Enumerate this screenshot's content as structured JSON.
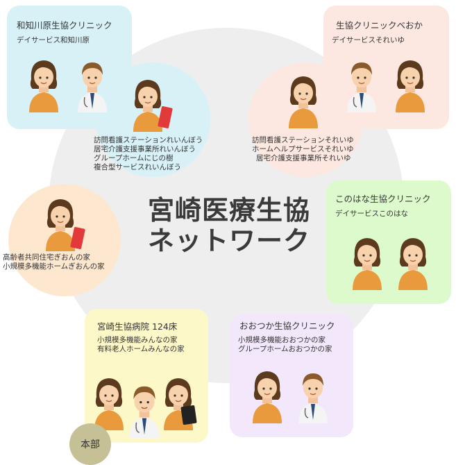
{
  "colors": {
    "network_circle": "#eeeeee",
    "cyan": "#d7f1f7",
    "peach": "#fde8e1",
    "cream": "#fde7cf",
    "green": "#dcfacb",
    "yellow": "#fdf8c8",
    "lavender": "#f2e7fb",
    "hq": "#c5c096"
  },
  "center": {
    "line1": "宮崎医療生協",
    "line2": "ネットワーク"
  },
  "wachikawara": {
    "title": "和知川原生協クリニック",
    "sub": "デイサービス和知川原",
    "services": [
      "訪問看護ステーションれいんぼう",
      "居宅介護支援事業所れいんぼう",
      "グループホームにじの樹",
      "複合型サービスれいんぼう"
    ]
  },
  "beoka": {
    "title": "生協クリニックベおか",
    "sub": "デイサービスそれいゆ",
    "services": [
      "訪問看護ステーションそれいゆ",
      "ホームヘルプサービスそれいゆ",
      "居宅介護支援事業所それいゆ"
    ]
  },
  "gion": {
    "services": [
      "高齢者共同住宅ぎおんの家",
      "小規模多機能ホームぎおんの家"
    ]
  },
  "konohana": {
    "title": "このはな生協クリニック",
    "sub": "デイサービスこのはな"
  },
  "hospital": {
    "title": "宮崎生協病院 124床",
    "services": [
      "小規模多機能みんなの家",
      "有料老人ホームみんなの家"
    ]
  },
  "ootsuka": {
    "title": "おおつか生協クリニック",
    "services": [
      "小規模多機能おおつかの家",
      "グループホームおおつかの家"
    ]
  },
  "hq": {
    "label": "本部"
  },
  "icons": [
    "female-caregiver-icon",
    "male-doctor-icon",
    "female-doctor-icon",
    "nurse-icon",
    "staff-with-book-icon",
    "staff-with-xray-icon"
  ]
}
